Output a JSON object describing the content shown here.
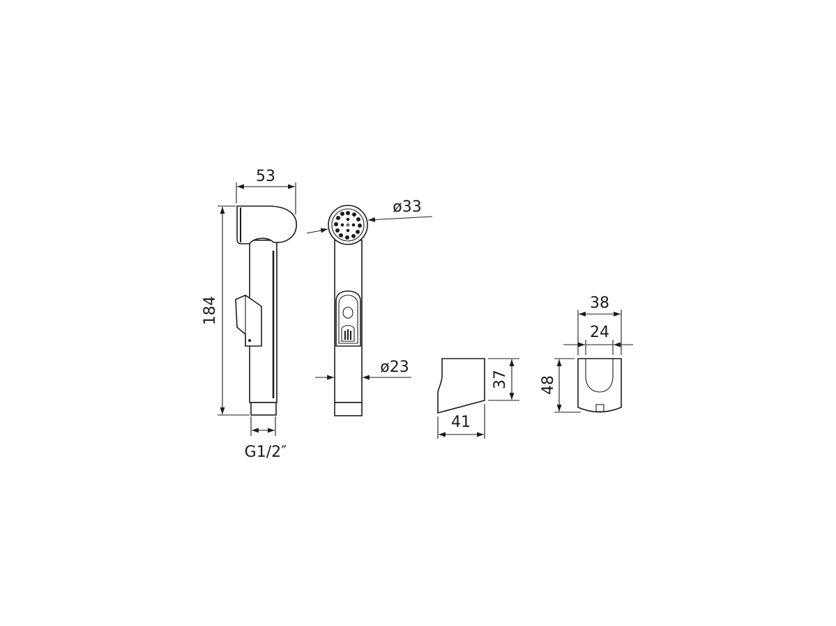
{
  "drawing": {
    "handset_side": {
      "height_label": "184",
      "head_length_label": "53",
      "thread_label": "G1/2″"
    },
    "handset_front": {
      "head_diameter_label": "ø33",
      "body_diameter_label": "ø23"
    },
    "holder_side": {
      "height_label": "37",
      "depth_label": "41"
    },
    "holder_front": {
      "outer_width_label": "38",
      "slot_width_label": "24",
      "height_label": "48"
    },
    "line_color": "#1a1a1a"
  }
}
